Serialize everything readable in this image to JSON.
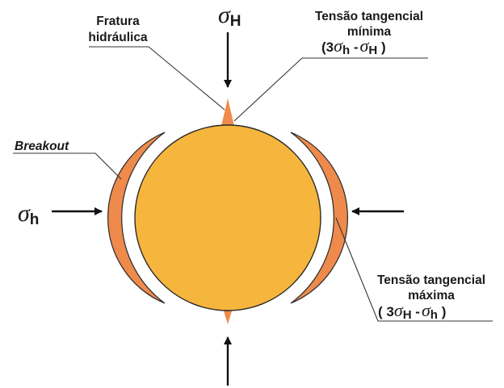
{
  "colors": {
    "borehole_fill": "#f6b53d",
    "breakout_fill": "#ee8a4b",
    "outline": "#2a2a2a",
    "text": "#1a1a1a"
  },
  "labels": {
    "fratura_line1": "Fratura",
    "fratura_line2": "hidráulica",
    "breakout": "Breakout",
    "tmin_line1": "Tensão tangencial",
    "tmin_line2": "mínima",
    "tmin_expr_prefix": "(3",
    "tmin_expr_mid": " -",
    "tmin_expr_suffix": " )",
    "tmax_line1": "Tensão tangencial",
    "tmax_line2": "máxima",
    "tmax_expr_prefix": "( 3",
    "tmax_expr_mid": " -",
    "tmax_expr_suffix": " )"
  },
  "symbols": {
    "sigma": "σ",
    "sub_H": "H",
    "sub_h": "h"
  },
  "icons": {
    "arrows": [
      "arrow-down-icon",
      "arrow-up-icon",
      "arrow-right-icon",
      "arrow-left-icon"
    ]
  }
}
